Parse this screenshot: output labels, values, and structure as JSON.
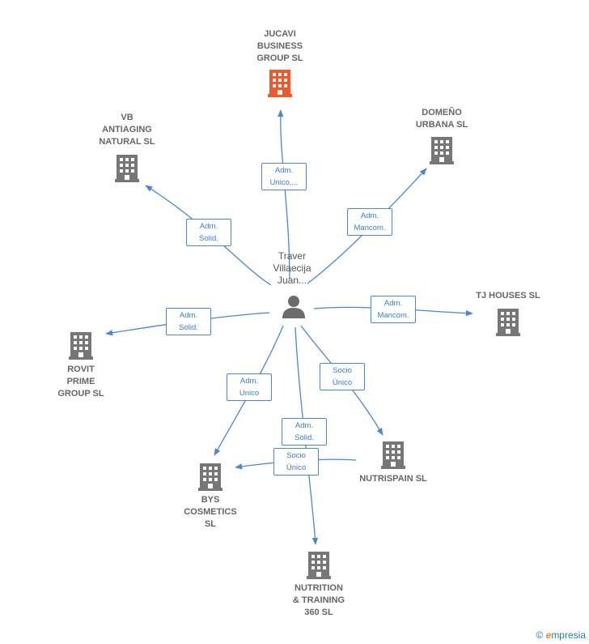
{
  "center": {
    "name": "Traver\nVillaecija\nJuan...",
    "icon": "person-icon"
  },
  "companies": [
    {
      "id": "jucavi",
      "name": "JUCAVI\nBUSINESS\nGROUP  SL",
      "color": "#f05a28",
      "highlight": true
    },
    {
      "id": "vb",
      "name": "VB\nANTIAGING\nNATURAL  SL",
      "color": "#777777"
    },
    {
      "id": "domeno",
      "name": "DOMEÑO\nURBANA SL",
      "color": "#777777"
    },
    {
      "id": "tjhouses",
      "name": "TJ HOUSES  SL",
      "color": "#777777"
    },
    {
      "id": "rovit",
      "name": "ROVIT\nPRIME\nGROUP  SL",
      "color": "#777777"
    },
    {
      "id": "nutrispain",
      "name": "NUTRISPAIN SL",
      "color": "#777777"
    },
    {
      "id": "bys",
      "name": "BYS\nCOSMETICS\nSL",
      "color": "#777777"
    },
    {
      "id": "nutrition",
      "name": "NUTRITION\n& TRAINING\n360  SL",
      "color": "#777777"
    }
  ],
  "relations": [
    {
      "to": "jucavi",
      "label": "Adm.\nUnico,..."
    },
    {
      "to": "vb",
      "label": "Adm.\nSolid."
    },
    {
      "to": "domeno",
      "label": "Adm.\nMancom."
    },
    {
      "to": "tjhouses",
      "label": "Adm.\nMancom."
    },
    {
      "to": "rovit",
      "label": "Adm.\nSolid."
    },
    {
      "to": "nutrispain",
      "label": "Socio\nÚnico"
    },
    {
      "to": "bys",
      "label": "Adm.\nUnico"
    },
    {
      "to": "nutrition",
      "label": "Adm.\nSolid."
    },
    {
      "to": "bys",
      "label": "Socio\nÚnico"
    }
  ],
  "colors": {
    "edge": "#4a86d8",
    "node": "#777777",
    "highlight": "#f05a28"
  },
  "footer": {
    "copyright": "©",
    "brand_initial": "e",
    "brand_rest": "mpresia"
  }
}
